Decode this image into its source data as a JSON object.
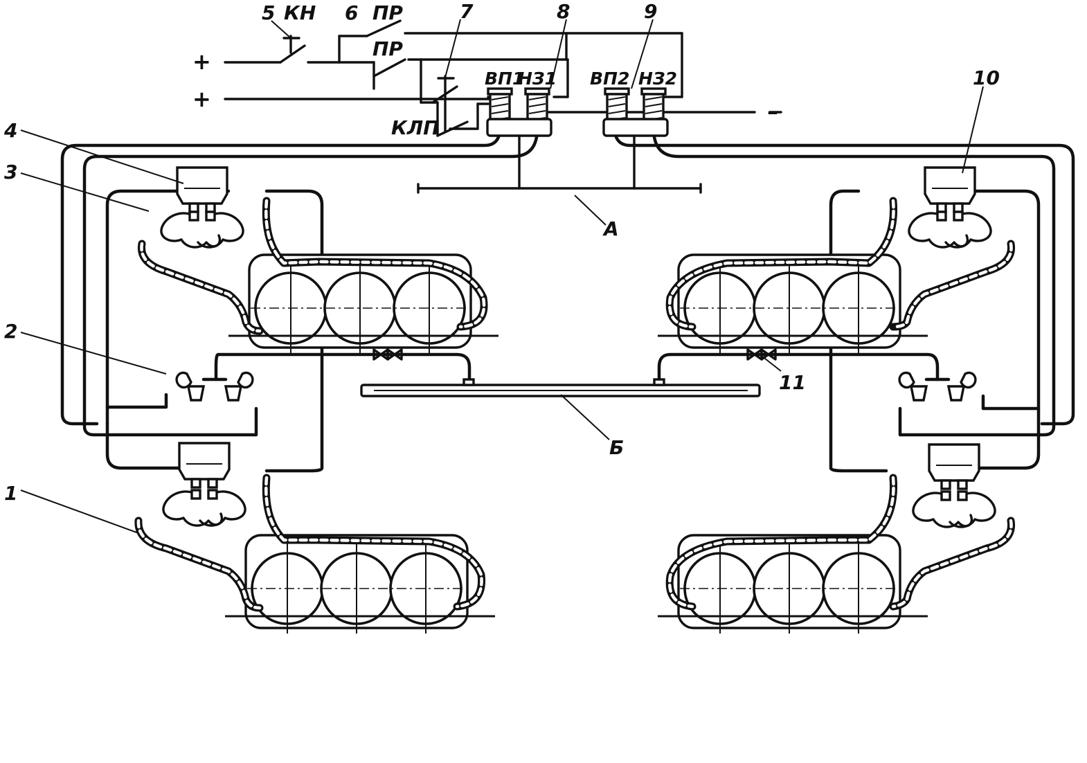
{
  "labels": {
    "n1": "1",
    "n2": "2",
    "n3": "3",
    "n4": "4",
    "n5": "5",
    "n6": "6",
    "n7": "7",
    "n8": "8",
    "n9": "9",
    "n10": "10",
    "n11": "11",
    "kn": "КН",
    "pr_top": "ПР",
    "pr_mid": "ПР",
    "klp": "КЛП",
    "vp1": "ВП1",
    "nz1": "НЗ1",
    "vp2": "ВП2",
    "nz2": "НЗ2",
    "a": "А",
    "b": "Б",
    "plus1": "+",
    "plus2": "+",
    "minus": "–"
  },
  "colors": {
    "ink": "#111111",
    "paper": "#ffffff"
  }
}
